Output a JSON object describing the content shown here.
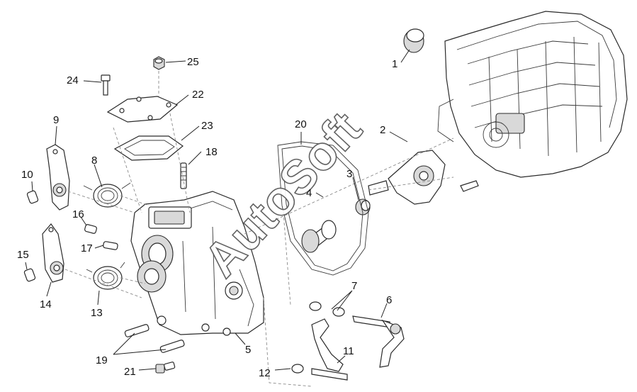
{
  "watermark": "AutoSoft",
  "callouts": {
    "c1": "1",
    "c2": "2",
    "c3": "3",
    "c4": "4",
    "c5": "5",
    "c6": "6",
    "c7": "7",
    "c8": "8",
    "c9": "9",
    "c10": "10",
    "c11": "11",
    "c12": "12",
    "c13": "13",
    "c14": "14",
    "c15": "15",
    "c16": "16",
    "c17": "17",
    "c18": "18",
    "c19": "19",
    "c20": "20",
    "c21": "21",
    "c22": "22",
    "c23": "23",
    "c24": "24",
    "c25": "25"
  }
}
